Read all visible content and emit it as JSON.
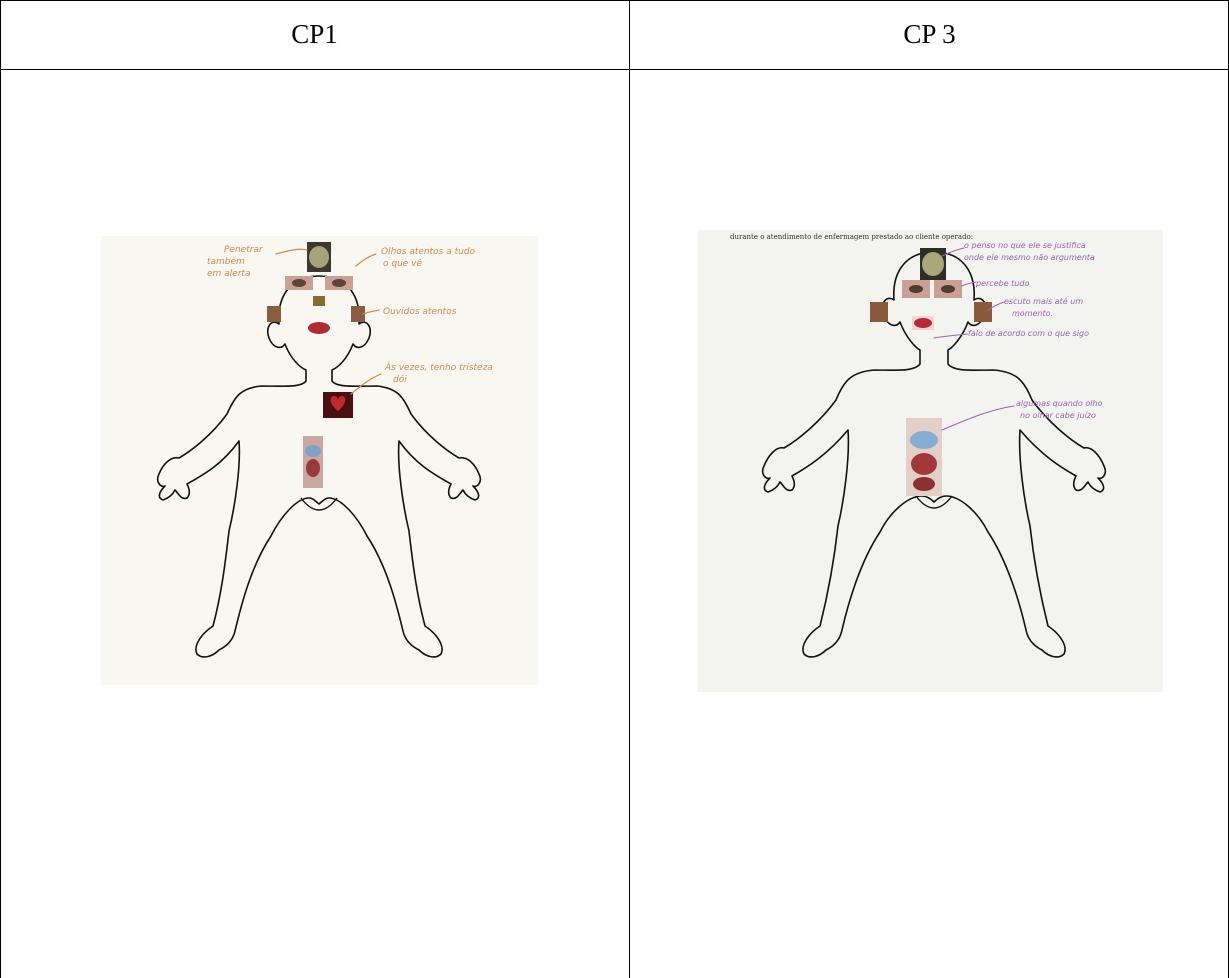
{
  "table": {
    "headers": [
      "CP1",
      "CP 3"
    ]
  },
  "left_figure": {
    "notes": [
      "Penetrar também em alerta",
      "Olhos atentos a tudo o que vê",
      "Ouvidos atentos",
      "Às vezes, tenho tristeza dói"
    ]
  },
  "right_figure": {
    "top_text": "durante o atendimento de enfermagem prestado ao cliente operado:",
    "notes": [
      "o penso no que ele se justifica onde ele mesmo não argumenta",
      "percebe tudo",
      "escuto mais até um momento",
      "falo de acordo com o que sigo",
      "algumas quando olho no olhar cabe juízo"
    ]
  }
}
